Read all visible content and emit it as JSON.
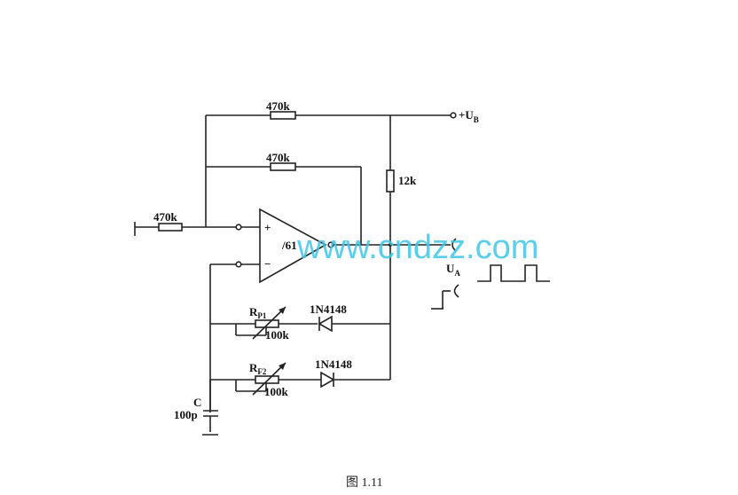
{
  "labels": {
    "r_top": "470k",
    "r_feedback": "470k",
    "r_input": "470k",
    "r_pullup": "12k",
    "supply_prefix": "+U",
    "supply_sub": "B",
    "opamp": "/61",
    "opamp_plus": "+",
    "opamp_minus": "−",
    "ua_main": "U",
    "ua_sub": "A",
    "rp1_main": "R",
    "rp1_sub": "P1",
    "rp1_value": "100k",
    "rp2_main": "R",
    "rp2_sub": "F2",
    "rp2_value": "100k",
    "diode1": "1N4148",
    "diode2": "1N4148",
    "cap_name": "C",
    "cap_value": "100p"
  },
  "watermark": "www.cndzz.com",
  "caption": "图 1.11"
}
